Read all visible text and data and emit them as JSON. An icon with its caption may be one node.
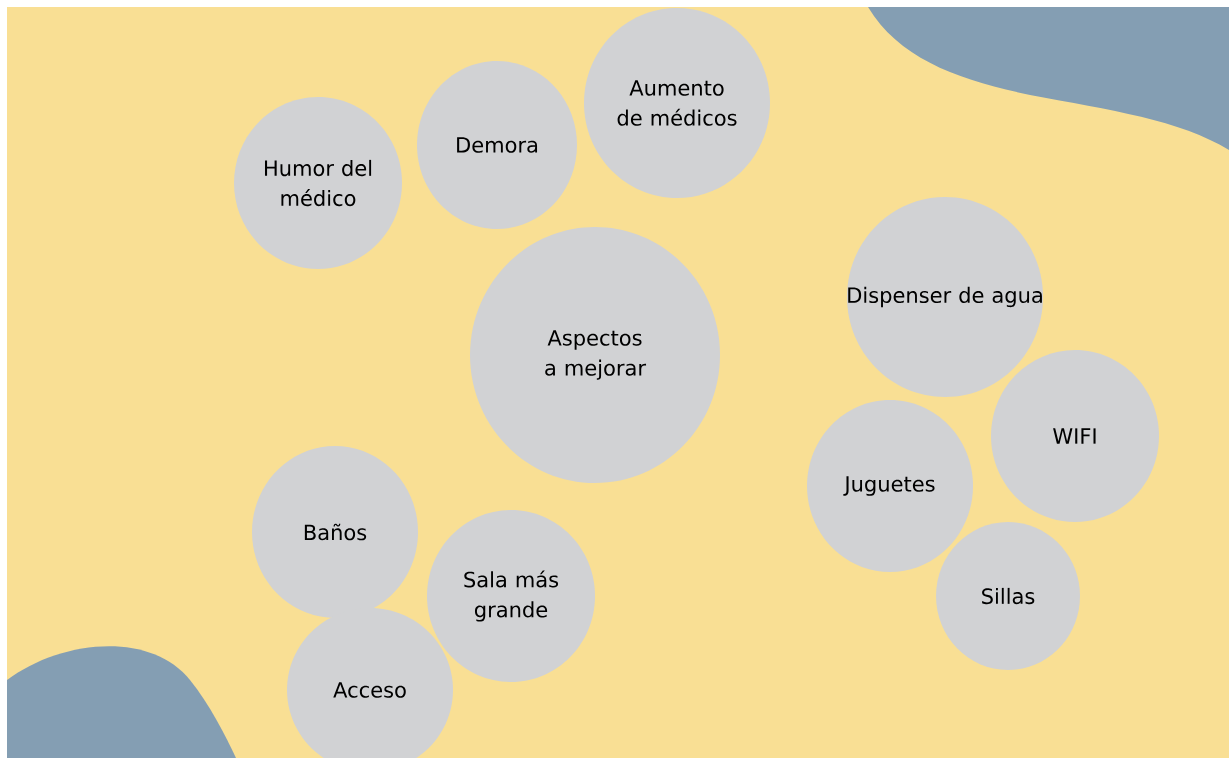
{
  "diagram": {
    "nodes": [
      {
        "text": [
          "Humor del médico"
        ]
      },
      {
        "text": [
          "Demora"
        ]
      },
      {
        "text": [
          "Aumento de médicos"
        ]
      },
      {
        "text": [
          "Aspectos a mejorar"
        ]
      },
      {
        "text": [
          "Dispenser de agua"
        ]
      },
      {
        "text": [
          "WIFI"
        ]
      },
      {
        "text": [
          "Juguetes"
        ]
      },
      {
        "text": [
          "Baños"
        ]
      },
      {
        "text": [
          "Sala más grande"
        ]
      },
      {
        "text": [
          "Sillas"
        ]
      },
      {
        "text": [
          "Acceso"
        ]
      }
    ]
  }
}
